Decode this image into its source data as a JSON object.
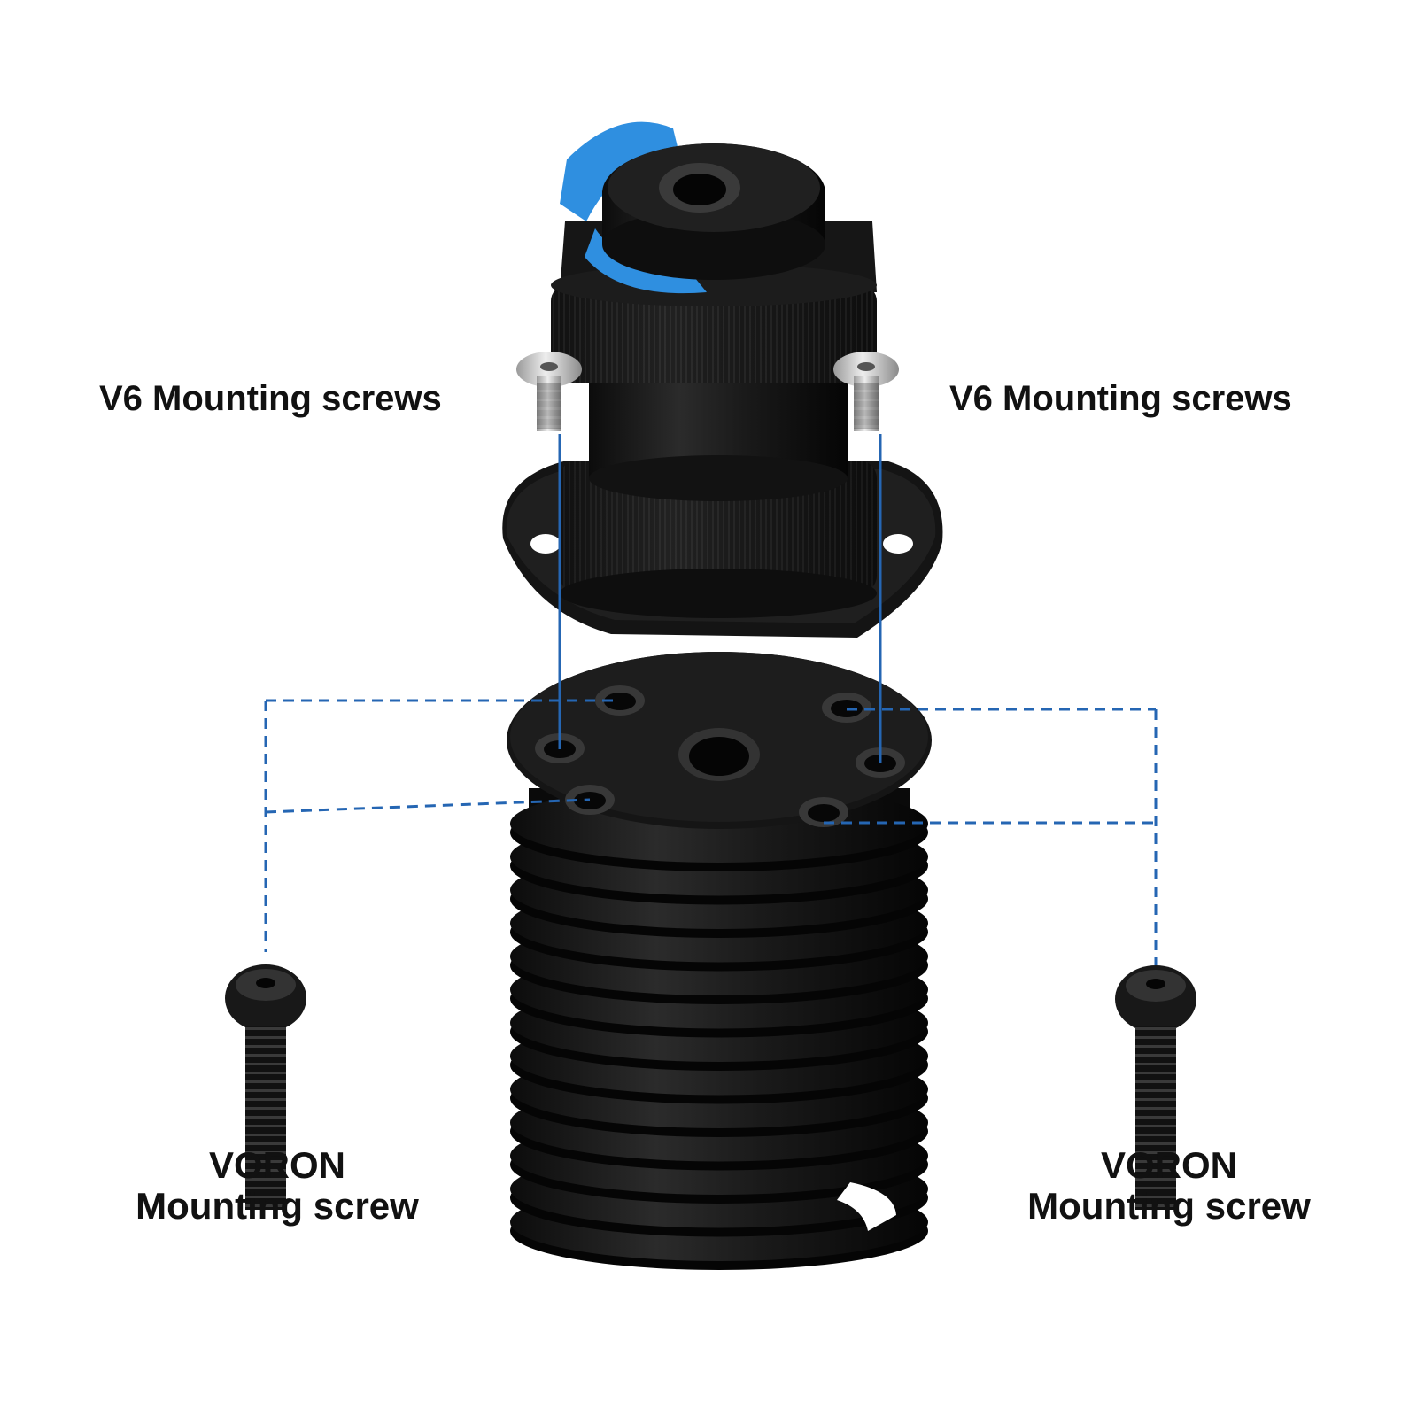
{
  "labels": {
    "v6_left": "V6 Mounting screws",
    "v6_right": "V6 Mounting screws",
    "voron_left": {
      "line1": "VORON",
      "line2": "Mounting screw"
    },
    "voron_right": {
      "line1": "VORON",
      "line2": "Mounting screw"
    }
  },
  "colors": {
    "background": "#ffffff",
    "metal_black": "#141414",
    "metal_highlight": "#3a3a3a",
    "clip_blue": "#2f8fe0",
    "guide_line": "#2566b3",
    "silver_screw": "#c9c9c9"
  },
  "icons": {
    "pneumatic_fitting": "push-fit-coupler-icon",
    "heatsink": "finned-heatsink-icon",
    "silver_screw": "countersunk-screw-icon",
    "black_screw": "button-head-screw-icon"
  }
}
